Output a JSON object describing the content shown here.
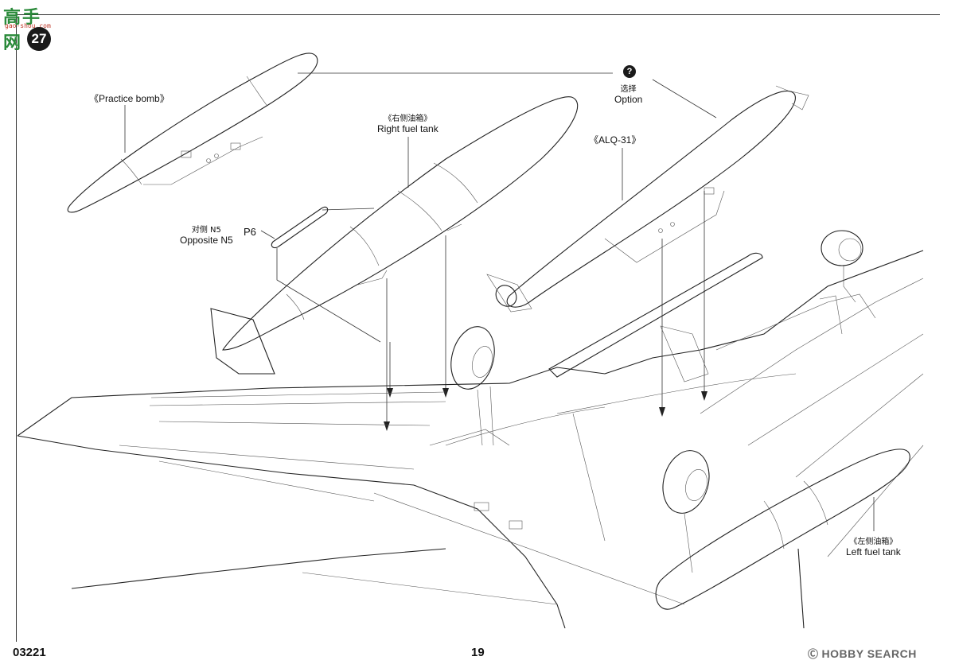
{
  "logo": {
    "main": "高手网",
    "sub": "gao-shou.com"
  },
  "step_number": "27",
  "labels": {
    "practice_bomb": {
      "en": "《Practice bomb》"
    },
    "right_fuel_tank": {
      "cn": "《右侧油箱》",
      "en": "Right fuel tank"
    },
    "option": {
      "icon": "?",
      "cn": "选择",
      "en": "Option"
    },
    "alq31": {
      "en": "《ALQ-31》"
    },
    "opposite": {
      "cn": "对侧 N5",
      "en": "Opposite N5"
    },
    "left_fuel_tank": {
      "cn": "《左侧油箱》",
      "en": "Left fuel tank"
    }
  },
  "part_code": "P6",
  "footer": {
    "code": "03221",
    "page": "19"
  },
  "watermark": {
    "mark": "Ⓒ",
    "text": "HOBBY SEARCH"
  }
}
